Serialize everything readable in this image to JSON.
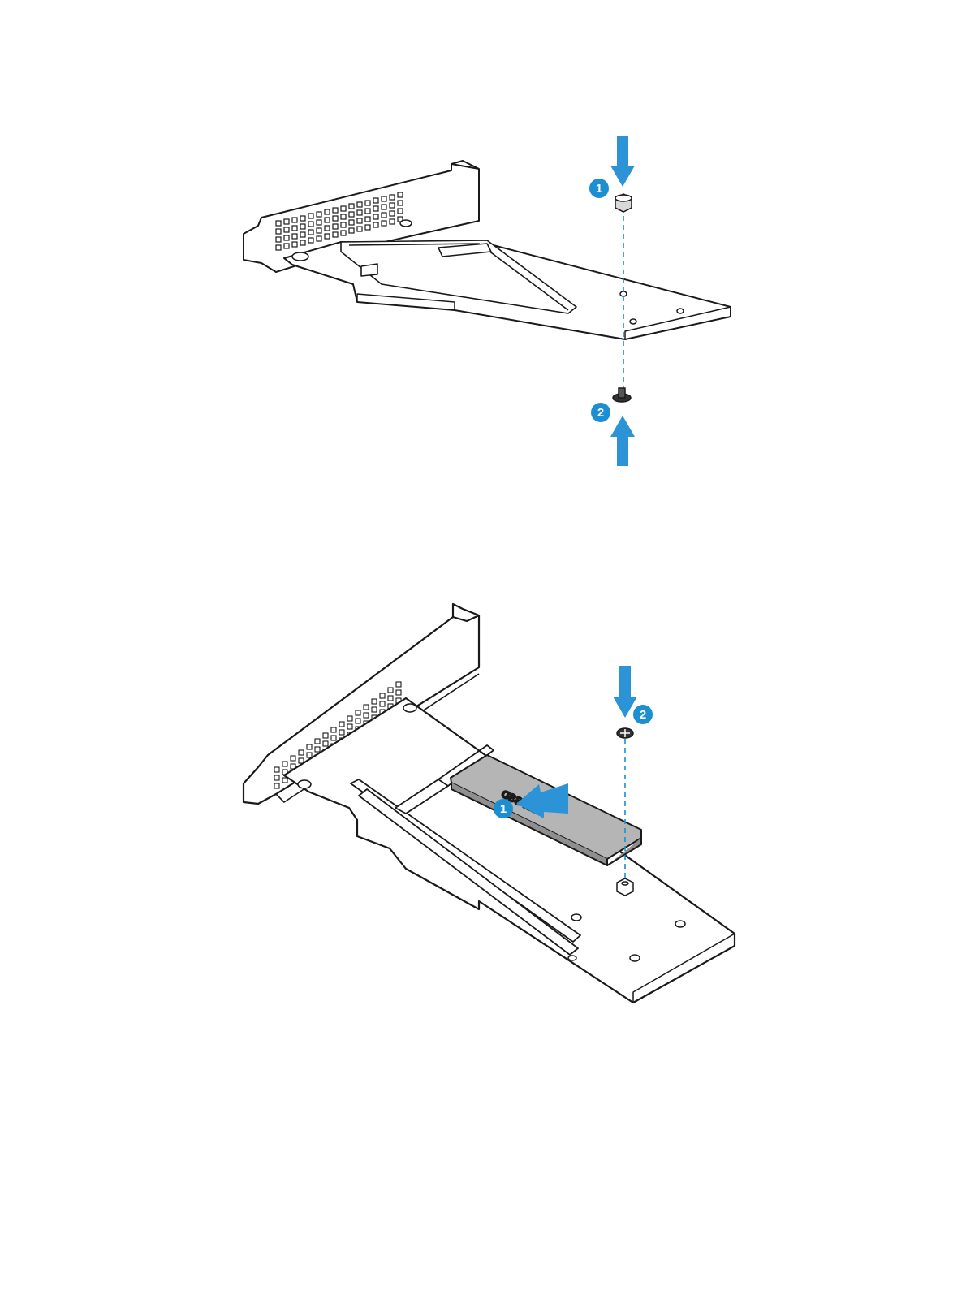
{
  "figure_1": {
    "steps": [
      {
        "number": "1",
        "direction": "down"
      },
      {
        "number": "2",
        "direction": "up"
      }
    ],
    "parts": [
      "standoff-nut-icon",
      "standoff-screw-icon",
      "riser-card-icon"
    ]
  },
  "figure_2": {
    "steps": [
      {
        "number": "1",
        "direction": "slide-left"
      },
      {
        "number": "2",
        "direction": "down"
      }
    ],
    "ssd_label": "M.2 SSD",
    "parts": [
      "m2-ssd-icon",
      "mounting-screw-icon",
      "riser-card-icon"
    ]
  },
  "colors": {
    "callout": "#1b8fd2",
    "arrow": "#2b93d6",
    "line": "#1a1a1a",
    "ssd_fill": "#b5b5b5"
  }
}
